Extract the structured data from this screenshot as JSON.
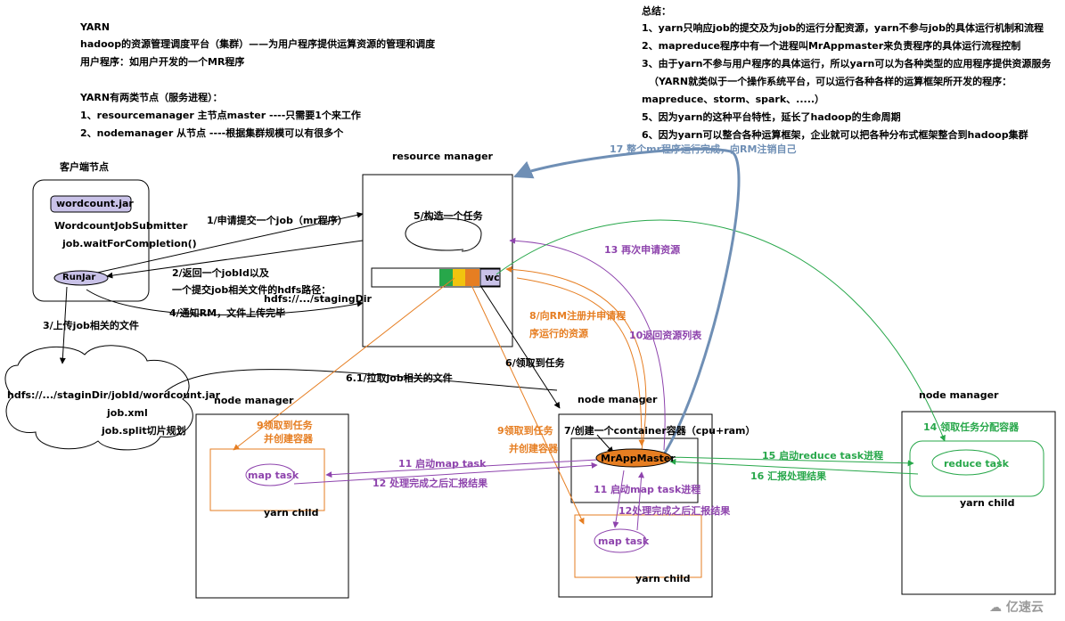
{
  "intro": {
    "title": "YARN",
    "line1": "hadoop的资源管理调度平台（集群）——为用户程序提供运算资源的管理和调度",
    "line2": "用户程序：如用户开发的一个MR程序",
    "nodes_title": "YARN有两类节点（服务进程）：",
    "node1": "1、resourcemanager   主节点master  ----只需要1个来工作",
    "node2": "2、nodemanager  从节点 ----根据集群规模可以有很多个"
  },
  "summary": {
    "title": "总结：",
    "s1": "1、yarn只响应job的提交及为job的运行分配资源，yarn不参与job的具体运行机制和流程",
    "s2": "2、mapreduce程序中有一个进程叫MrAppmaster来负责程序的具体运行流程控制",
    "s3": "3、由于yarn不参与用户程序的具体运行，所以yarn可以为各种类型的应用程序提供资源服务",
    "s4": "（YARN就类似于一个操作系统平台，可以运行各种各样的运算框架所开发的程序：",
    "s5": "mapreduce、storm、spark、.....）",
    "s6": "5、因为yarn的这种平台特性，延长了hadoop的生命周期",
    "s7": "6、因为yarn可以整合各种运算框架，企业就可以把各种分布式框架整合到hadoop集群"
  },
  "client": {
    "title": "客户端节点",
    "jar": "wordcount.jar",
    "submitter": "WordcountJobSubmitter",
    "wait": "job.waitForCompletion()",
    "runjar": "RunJar"
  },
  "hdfs": {
    "path": "hdfs://.../staginDir/jobId/wordcount.jar",
    "xml": "job.xml",
    "split": "job.split切片规划"
  },
  "rm": {
    "title": "resource manager",
    "task_label": "5/构造一个任务",
    "wc": "wc"
  },
  "nm1": {
    "title": "node manager",
    "yarn_child": "yarn child",
    "map_task": "map task"
  },
  "nm2": {
    "title": "node manager",
    "yarn_child": "yarn child",
    "appmaster": "MrAppMaster",
    "map_task": "map task"
  },
  "nm3": {
    "title": "node manager",
    "yarn_child": "yarn child",
    "reduce_task": "reduce task"
  },
  "steps": {
    "s1": "1/申请提交一个job（mr程序）",
    "s2a": "2/返回一个jobId以及",
    "s2b": "一个提交job相关文件的hdfs路径：",
    "s2c": "hdfs://.../stagingDir",
    "s3": "3/上传job相关的文件",
    "s4": "4/通知RM，文件上传完毕",
    "s6": "6/领取到任务",
    "s61": "6.1/拉取job相关的文件",
    "s7": "7/创建一个container容器（cpu+ram）",
    "s8a": "8/向RM注册并申请程",
    "s8b": "序运行的资源",
    "s9a": "9领取到任务",
    "s9b": "并创建容器",
    "s9c": "9领取到任务",
    "s9d": "并创建容器",
    "s10": "10返回资源列表",
    "s11a": "11 启动map task",
    "s11b": "11 启动map task进程",
    "s12a": "12 处理完成之后汇报结果",
    "s12b": "12处理完成之后汇报结果",
    "s13": "13 再次申请资源",
    "s14": "14 领取任务分配容器",
    "s15": "15 启动reduce task进程",
    "s16": "16 汇报处理结果",
    "s17": "17 整个mr程序运行完成，向RM注销自己"
  },
  "watermark": "亿速云",
  "colors": {
    "purple": "#8e44ad",
    "orange": "#e67e22",
    "green": "#27a74a",
    "blue": "#6f8fb5",
    "queue_green": "#27a74a",
    "queue_yellow": "#f1c40f",
    "queue_orange": "#e67e22",
    "wc_bg": "#c9c2e8"
  }
}
